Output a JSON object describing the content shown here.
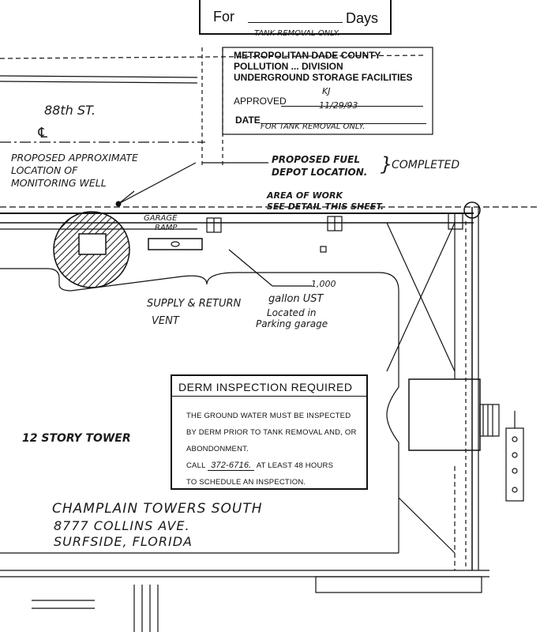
{
  "stamp": {
    "for_label": "For",
    "days_fragment": "Days",
    "tank_note": "TANK REMOVAL ONLY."
  },
  "approval": {
    "line1": "METROPOLITAN DADE COUNTY",
    "line2": "POLLUTION ... DIVISION",
    "line3": "UNDERGROUND STORAGE FACILITIES",
    "approved_label": "APPROVED",
    "approved_initials": "KJ",
    "date_label": "DATE",
    "date_value": "11/29/93",
    "date_note": "FOR TANK REMOVAL ONLY."
  },
  "labels": {
    "street": "88th ST.",
    "centerline": "℄",
    "monitoring_well": [
      "PROPOSED APPROXIMATE",
      "LOCATION OF",
      "MONITORING WELL"
    ],
    "fuel_depot": [
      "PROPOSED FUEL",
      "DEPOT LOCATION."
    ],
    "completed": "COMPLETED",
    "area_of_work": [
      "AREA OF WORK",
      "SEE DETAIL THIS SHEET."
    ],
    "garage_ramp": [
      "GARAGE",
      "RAMP"
    ],
    "ust": [
      "1,000",
      "gallon UST",
      "Located in",
      "Parking garage"
    ],
    "vent": [
      "SUPPLY & RETURN",
      "VENT"
    ],
    "tower": "12 STORY TOWER"
  },
  "inspection": {
    "title": "DERM INSPECTION REQUIRED",
    "line1": "THE GROUND WATER MUST BE INSPECTED",
    "line2": "BY DERM PRIOR TO TANK REMOVAL AND, OR",
    "line3": "ABONDONMENT.",
    "call_label": "CALL",
    "phone": "372-6716.",
    "hours": "AT LEAST 48 HOURS",
    "line5": "TO SCHEDULE AN INSPECTION."
  },
  "address": {
    "line1": "CHAMPLAIN TOWERS SOUTH",
    "line2": "8777 COLLINS AVE.",
    "line3": "SURFSIDE, FLORIDA"
  }
}
